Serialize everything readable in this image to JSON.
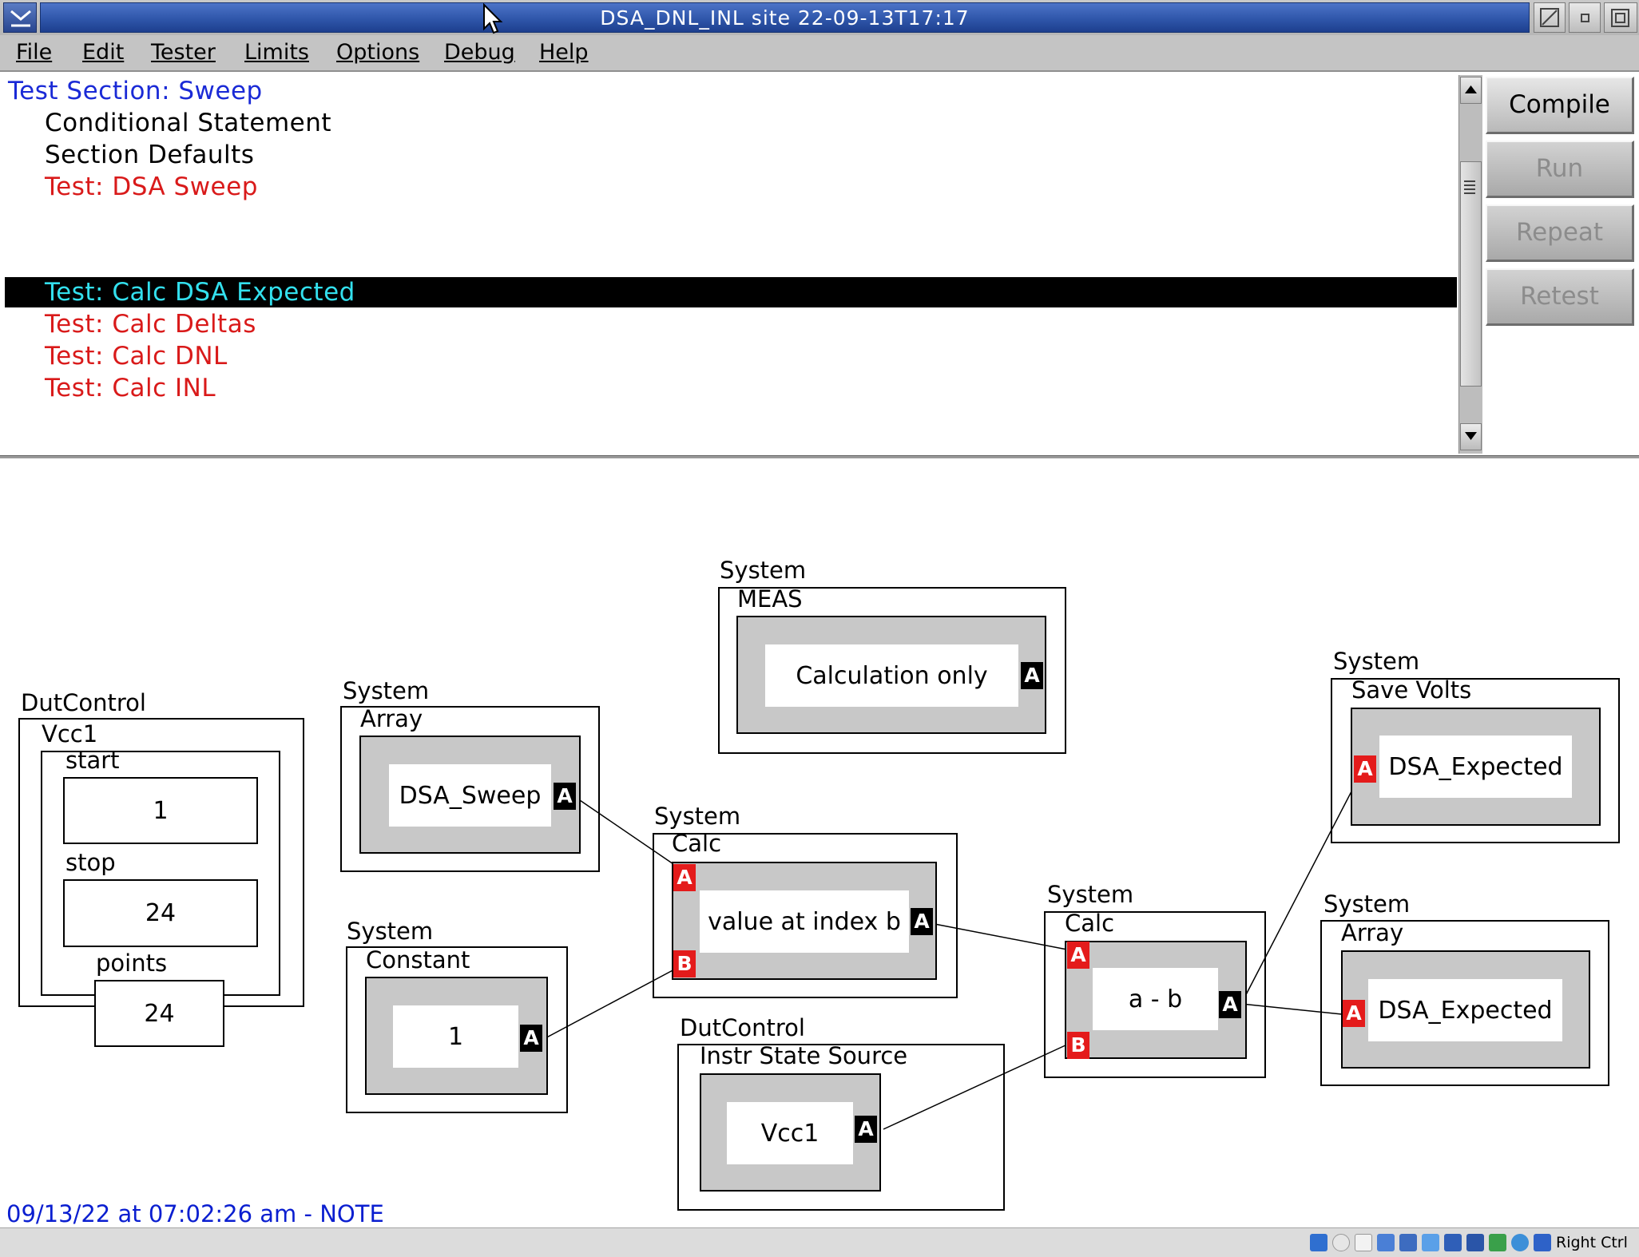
{
  "window": {
    "title": "DSA_DNL_INL  site  22-09-13T17:17"
  },
  "menu": [
    {
      "label": "File"
    },
    {
      "label": "Edit"
    },
    {
      "label": "Tester"
    },
    {
      "label": "Limits"
    },
    {
      "label": "Options"
    },
    {
      "label": "Debug"
    },
    {
      "label": "Help"
    }
  ],
  "tree": [
    {
      "label": "Test Section: Sweep",
      "color": "#1a2ad6"
    },
    {
      "label": "Conditional Statement",
      "color": "#000000"
    },
    {
      "label": "Section Defaults",
      "color": "#000000"
    },
    {
      "label": "Test: DSA Sweep",
      "color": "#d91a1a"
    },
    {
      "label": "Test: Calc DSA Expected",
      "color": "#33e0ee",
      "selected": true
    },
    {
      "label": "Test: Calc Deltas",
      "color": "#d91a1a"
    },
    {
      "label": "Test: Calc DNL",
      "color": "#d91a1a"
    },
    {
      "label": "Test: Calc INL",
      "color": "#d91a1a"
    }
  ],
  "buttons": {
    "compile": "Compile",
    "run": "Run",
    "repeat": "Repeat",
    "retest": "Retest"
  },
  "diagram": {
    "dutcontrol_vcc1": {
      "category": "DutControl",
      "name": "Vcc1",
      "start_label": "start",
      "start_value": "1",
      "stop_label": "stop",
      "stop_value": "24",
      "points_label": "points",
      "points_value": "24"
    },
    "array_sweep": {
      "category": "System",
      "type": "Array",
      "value": "DSA_Sweep",
      "port": "A"
    },
    "constant": {
      "category": "System",
      "type": "Constant",
      "value": "1",
      "port": "A"
    },
    "meas": {
      "category": "System",
      "type": "MEAS",
      "value": "Calculation only",
      "port": "A"
    },
    "calc_index": {
      "category": "System",
      "type": "Calc",
      "value": "value at index b",
      "in_a": "A",
      "in_b": "B",
      "port": "A"
    },
    "instr_source": {
      "category": "DutControl",
      "type": "Instr State Source",
      "value": "Vcc1",
      "port": "A"
    },
    "calc_diff": {
      "category": "System",
      "type": "Calc",
      "value": "a - b",
      "in_a": "A",
      "in_b": "B",
      "port": "A"
    },
    "save_volts": {
      "category": "System",
      "type": "Save  Volts",
      "value": "DSA_Expected",
      "port": "A"
    },
    "array_expected": {
      "category": "System",
      "type": "Array",
      "value": "DSA_Expected",
      "port": "A"
    }
  },
  "status": "09/13/22 at 07:02:26 am - NOTE",
  "hostbar": {
    "key_label": "Right Ctrl"
  }
}
